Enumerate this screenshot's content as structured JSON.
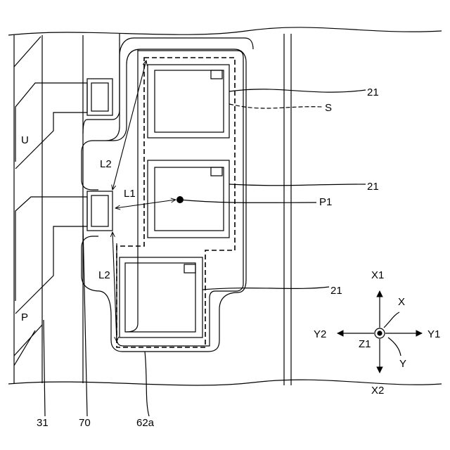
{
  "labels": {
    "chip_top": "21",
    "chip_mid": "21",
    "chip_bot": "21",
    "region_s": "S",
    "point_p1": "P1",
    "dist_l1": "L1",
    "dist_l2_top": "L2",
    "dist_l2_bot": "L2",
    "region_u": "U",
    "region_p": "P",
    "ref_31": "31",
    "ref_70": "70",
    "ref_62a": "62a"
  },
  "axes": {
    "x1": "X1",
    "x2": "X2",
    "y1": "Y1",
    "y2": "Y2",
    "z1": "Z1",
    "x": "X",
    "y": "Y"
  }
}
